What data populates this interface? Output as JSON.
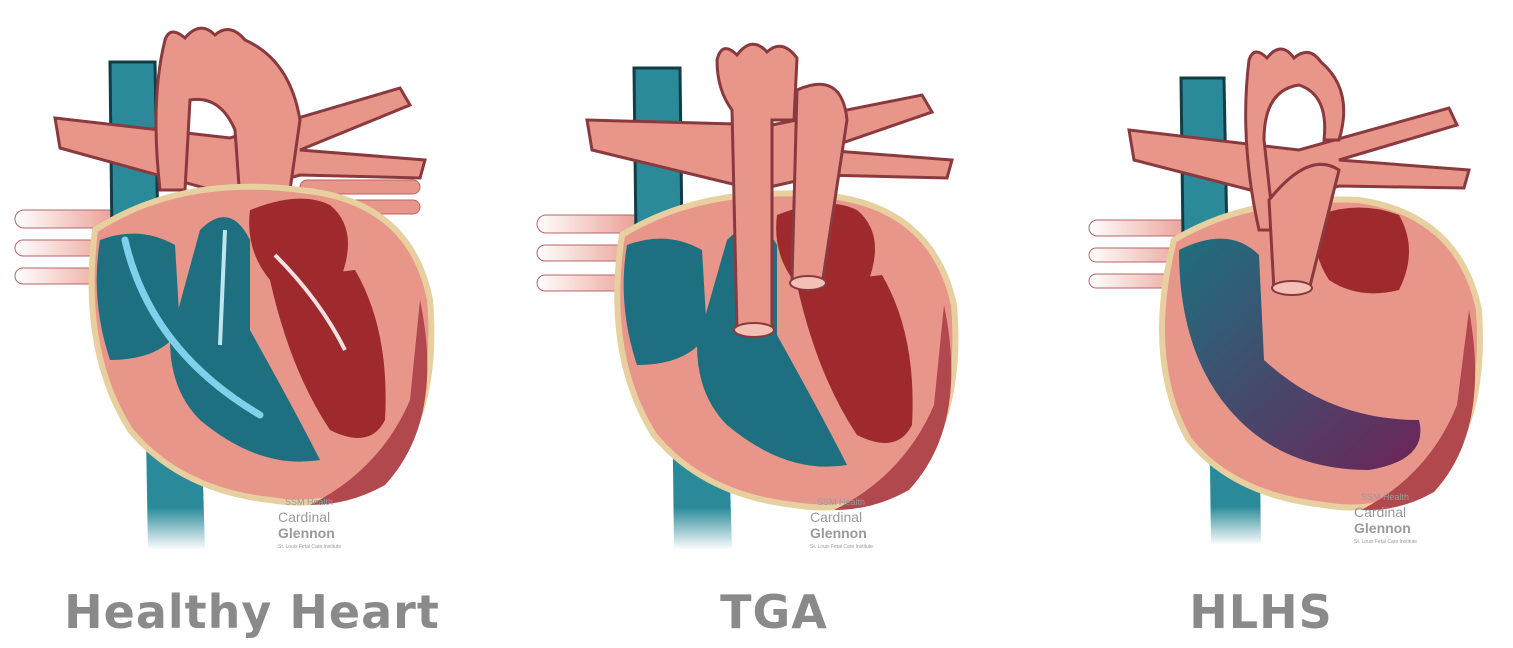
{
  "panels": [
    {
      "label": "Healthy Heart",
      "variant": "healthy"
    },
    {
      "label": "TGA",
      "variant": "tga"
    },
    {
      "label": "HLHS",
      "variant": "hlhs"
    }
  ],
  "watermark": {
    "brand_small": "SSM Health",
    "line1": "Cardinal",
    "line2": "Glennon",
    "tagline": "St. Louis Fetal Care Institute"
  },
  "colors": {
    "outer_wall": "#e8968a",
    "wall_outline": "#e8cfa0",
    "red_chamber": "#9e2a2e",
    "blue_chamber": "#1e6f7f",
    "vein": "#2a8a9a",
    "mixed": "#6d2458",
    "pericardium": "#b0484e",
    "caption": "#8a8a8a"
  }
}
